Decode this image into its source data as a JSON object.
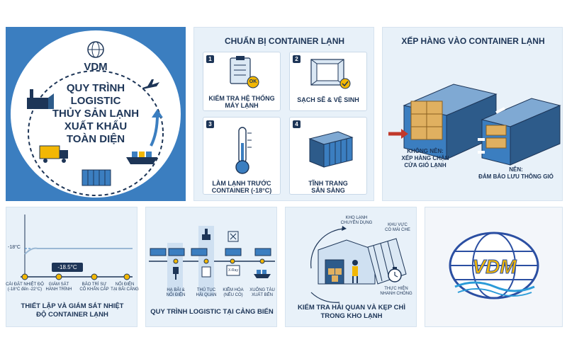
{
  "hero": {
    "brand": "VDM",
    "title_lines": [
      "QUY TRÌNH",
      "LOGISTIC",
      "THỦY SẢN LẠNH",
      "XUẤT KHẨU",
      "TOÀN DIỆN"
    ]
  },
  "prepare": {
    "title": "CHUẨN BỊ CONTAINER LẠNH",
    "steps": [
      {
        "num": "1",
        "label_lines": [
          "KIỂM TRA HỆ THỐNG",
          "MÁY LẠNH"
        ],
        "badge": "OK"
      },
      {
        "num": "2",
        "label_lines": [
          "SẠCH SẼ & VỆ SINH"
        ]
      },
      {
        "num": "3",
        "label_lines": [
          "LÀM LẠNH TRƯỚC",
          "CONTAINER (-18°C)"
        ]
      },
      {
        "num": "4",
        "label_lines": [
          "TĨNH TRANG",
          "SẴN SÀNG"
        ]
      }
    ]
  },
  "loading": {
    "title": "XẾP HÀNG VÀO CONTAINER LẠNH",
    "bad_lines": [
      "KHÔNG NÊN:",
      "XẾP HÀNG CHẶN",
      "CỬA GIÓ LẠNH"
    ],
    "good_lines": [
      "NÊN:",
      "ĐẢM BẢO LƯU THÔNG GIÓ"
    ]
  },
  "monitor": {
    "temp_axis": "-18°C",
    "display": "-18.5°C",
    "points": [
      {
        "lines": [
          "CÀI ĐẶT NHIỆT ĐỘ",
          "(-18°C đến -22°C)"
        ]
      },
      {
        "lines": [
          "GIÁM SÁT",
          "HÀNH TRÌNH"
        ]
      },
      {
        "lines": [
          "BẢO TRÌ SỰ",
          "CỐ KHẨN CẤP"
        ]
      },
      {
        "lines": [
          "NỐI ĐIỆN",
          "TẠI BÃI CẢNG"
        ]
      }
    ],
    "title_lines": [
      "THIẾT LẬP VÀ GIÁM SÁT NHIỆT",
      "ĐỘ CONTAINER LẠNH"
    ]
  },
  "port": {
    "steps": [
      {
        "lines": [
          "HẠ BÃI &",
          "NỐI ĐIỆN"
        ]
      },
      {
        "lines": [
          "THỦ TỤC",
          "HẢI QUAN"
        ]
      },
      {
        "lines": [
          "KIỂM HÓA",
          "(NẾU CÓ)"
        ],
        "badge": "X-Ray"
      },
      {
        "lines": [
          "XUỐNG TÀU",
          "XUẤT BẾN"
        ]
      }
    ],
    "title": "QUY TRÌNH LOGISTIC TẠI CẢNG BIỂN"
  },
  "customs": {
    "cold_lines": [
      "KHO LẠNH",
      "CHUYÊN DỤNG"
    ],
    "roof_lines": [
      "KHU VỰC",
      "CÓ MÁI CHE"
    ],
    "fast_lines": [
      "THỰC HIỆN",
      "NHANH CHÓNG"
    ],
    "title_lines": [
      "KIỂM TRA HẢI QUAN VÀ KẸP CHÌ",
      "TRONG KHO LẠNH"
    ]
  },
  "logo": {
    "text": "VDM"
  },
  "colors": {
    "navy": "#1d3557",
    "blue": "#3e7cb8",
    "light": "#e8f1f9",
    "accent": "#f2b705"
  }
}
